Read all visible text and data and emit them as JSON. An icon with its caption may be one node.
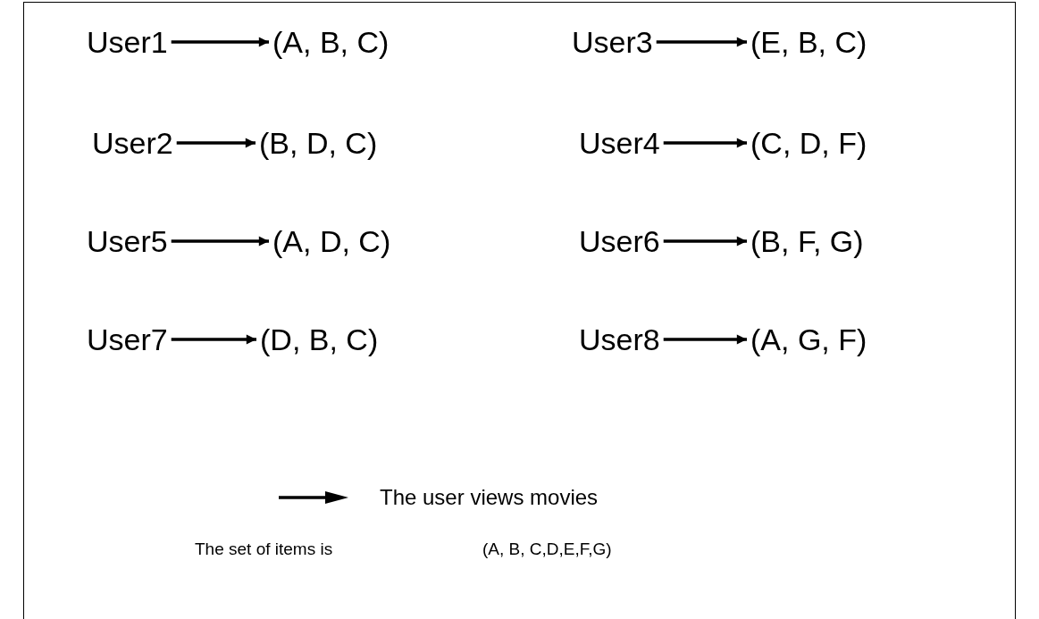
{
  "diagram": {
    "nodes": [
      {
        "text": [
          "User1"
        ]
      },
      {
        "text": [
          "(A, B, C)"
        ]
      },
      {
        "text": [
          "User3"
        ]
      },
      {
        "text": [
          "(E, B, C)"
        ]
      },
      {
        "text": [
          "User2"
        ]
      },
      {
        "text": [
          "(B, D, C)"
        ]
      },
      {
        "text": [
          "User4"
        ]
      },
      {
        "text": [
          "(C, D, F)"
        ]
      },
      {
        "text": [
          "User5"
        ]
      },
      {
        "text": [
          "(A, D, C)"
        ]
      },
      {
        "text": [
          "User6"
        ]
      },
      {
        "text": [
          "(B, F, G)"
        ]
      },
      {
        "text": [
          "User7"
        ]
      },
      {
        "text": [
          "(D, B, C)"
        ]
      },
      {
        "text": [
          "User8"
        ]
      },
      {
        "text": [
          "(A, G, F)"
        ]
      }
    ],
    "edges": [
      {
        "from": 0,
        "to": 1,
        "arrow": "to"
      },
      {
        "from": 2,
        "to": 3,
        "arrow": "to"
      },
      {
        "from": 4,
        "to": 5,
        "arrow": "to"
      },
      {
        "from": 6,
        "to": 7,
        "arrow": "to"
      },
      {
        "from": 8,
        "to": 9,
        "arrow": "to"
      },
      {
        "from": 10,
        "to": 11,
        "arrow": "to"
      },
      {
        "from": 12,
        "to": 13,
        "arrow": "to"
      },
      {
        "from": 14,
        "to": 15,
        "arrow": "to"
      }
    ],
    "labels": [
      "The set of items is",
      "(A, B, C,D,E,F,G)"
    ],
    "legend": [
      {
        "text": "The user views movies"
      }
    ]
  }
}
